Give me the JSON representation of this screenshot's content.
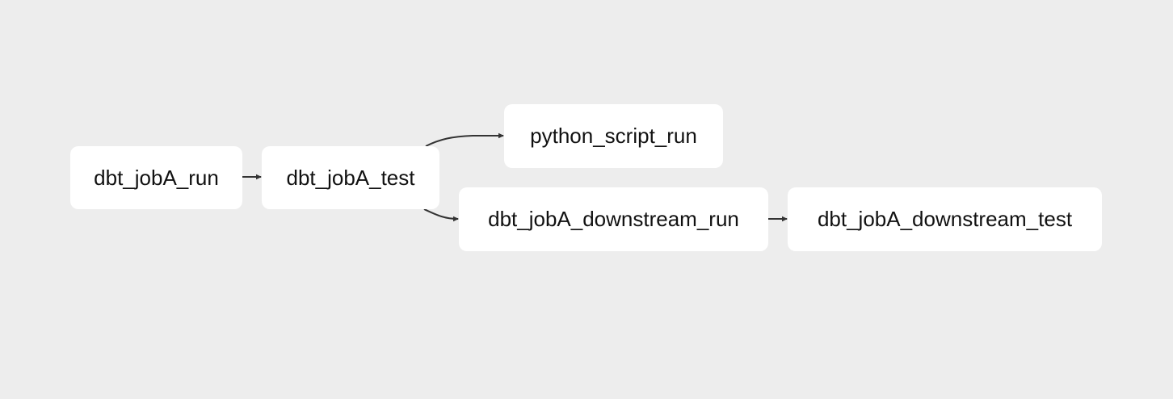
{
  "diagram": {
    "nodes": [
      {
        "id": "dbt_jobA_run",
        "label": "dbt_jobA_run"
      },
      {
        "id": "dbt_jobA_test",
        "label": "dbt_jobA_test"
      },
      {
        "id": "python_script_run",
        "label": "python_script_run"
      },
      {
        "id": "dbt_jobA_downstream_run",
        "label": "dbt_jobA_downstream_run"
      },
      {
        "id": "dbt_jobA_downstream_test",
        "label": "dbt_jobA_downstream_test"
      }
    ],
    "edges": [
      {
        "from": "dbt_jobA_run",
        "to": "dbt_jobA_test"
      },
      {
        "from": "dbt_jobA_test",
        "to": "python_script_run"
      },
      {
        "from": "dbt_jobA_test",
        "to": "dbt_jobA_downstream_run"
      },
      {
        "from": "dbt_jobA_downstream_run",
        "to": "dbt_jobA_downstream_test"
      }
    ],
    "colors": {
      "background": "#ededed",
      "node_fill": "#ffffff",
      "edge": "#333333",
      "text": "#111111"
    }
  }
}
